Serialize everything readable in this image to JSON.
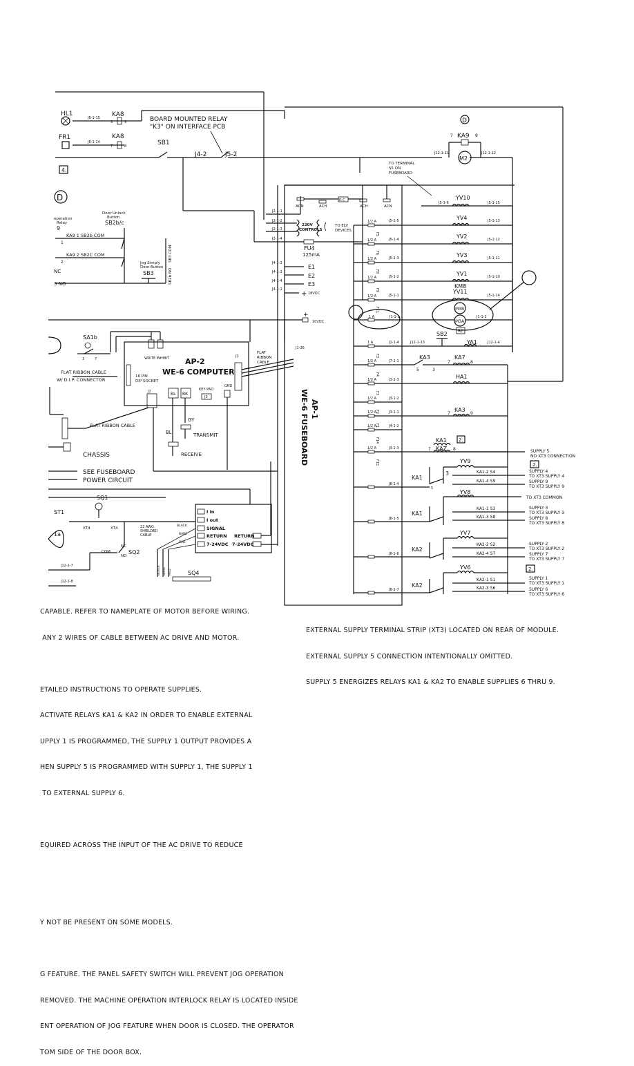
{
  "relay_note": [
    "BOARD MOUNTED RELAY",
    "\"K3\" ON INTERFACE PCB"
  ],
  "top": {
    "hl1": "HL1",
    "fr1": "FR1",
    "ka8a": "KA8",
    "ka8b": "KA8",
    "sb1": "SB1",
    "j6_15": "J6-1-15",
    "j6_14": "J6-1-14",
    "j4_2": "J4-2",
    "j5_2": "J5-2",
    "d_label": "D",
    "ka9": "KA9",
    "ka9_7": "7",
    "ka9_8": "8",
    "j12_11": "J12-1-11",
    "j12_12": "J12-1-12",
    "m2": "M2",
    "to_terminal": [
      "TO TERMINAL",
      "S5 ON",
      "FUSEBOARD"
    ],
    "num3": "3",
    "num9": "9",
    "num7": "7",
    "num8": "8",
    "box4": "4.",
    "circle_d": "D"
  },
  "door": {
    "unlock": [
      "Door Unlock",
      "Button",
      "SB2b/c"
    ],
    "operation": [
      "eperation",
      "Relay",
      "9"
    ],
    "row1": "KA9 1 SB2b COM",
    "row2": "KA9 2 SB2C COM",
    "jog": [
      "Jog Simply",
      "Door Button",
      "SB3"
    ],
    "nc": "NC",
    "no": "3 NO",
    "vert1": "SB3 COM",
    "vert2": "SB2b NO",
    "n1": "1",
    "n2": "2"
  },
  "fuseboard_top": {
    "ach1": "ACN",
    "ach2": "ACH",
    "rc": "R-C",
    "ach3": "ACH",
    "acn": "ACN",
    "j2_1": "J2-1-1",
    "j2_2": "J2-1-2",
    "j2_3": "J2-1-3",
    "j2_4": "J2-1-4",
    "controls": [
      "220V",
      "CONTROLS"
    ],
    "to_elv": [
      "TO ELV",
      "DEVICES"
    ],
    "fu4": "FU4",
    "fu4_rating": "125mA",
    "j4_2": "J4-1-2",
    "j4_3": "J4-1-3",
    "j4_4": "J4-1-4",
    "j4_1": "J4-1-1",
    "e1": "E1",
    "e2": "E2",
    "e3": "E3",
    "plus18": "18VDC",
    "plus_sym": "+",
    "vdc10": "10VDC"
  },
  "valves": [
    {
      "jl": "J5-1-5",
      "jr": "J5-1-13",
      "name": "YV4",
      "v": "1/2 A",
      "fuse": "F5"
    },
    {
      "jl": "J5-1-4",
      "jr": "J5-1-12",
      "name": "YV2",
      "v": "1/2 A",
      "fuse": "F6"
    },
    {
      "jl": "J5-1-3",
      "jr": "J5-1-11",
      "name": "YV3",
      "v": "1/2 A",
      "fuse": "F8"
    },
    {
      "jl": "J5-1-2",
      "jr": "J5-1-10",
      "name": "YV1",
      "v": "1/2 A",
      "fuse": "F9"
    },
    {
      "jl": "J5-1-1",
      "jr": "J5-1-14",
      "name": "YV11",
      "v": "1/2 A",
      "fuse": "F11"
    }
  ],
  "yv10": {
    "name": "YV10",
    "jl": "J5-1-6",
    "jr": "J5-1-15"
  },
  "km": {
    "km8": "KM8",
    "m3b": "M3B",
    "m3a": "M3A",
    "rc": "RC",
    "j11": "J1-1-1",
    "j12": "J1-1-2",
    "a": "1 A"
  },
  "lower_fuses": [
    {
      "jl": "J1-1-4",
      "v": "1 A",
      "fuse": "F3"
    },
    {
      "jl": "J7-1-1",
      "v": "1/2 A",
      "fuse": "F4"
    },
    {
      "jl": "J3-1-3",
      "v": "1/2 A",
      "fuse": "F3"
    },
    {
      "jl": "J3-1-2",
      "v": "1/2 A",
      "fuse": "F2"
    },
    {
      "jl": "J3-1-1",
      "v": "1/2 A",
      "fuse": "F1"
    },
    {
      "jl": "J4-1-2",
      "v": "1/2 A",
      "fuse": "F14"
    },
    {
      "jl": "J3-1-3",
      "v": "1/2 A",
      "fuse": "F15"
    }
  ],
  "lower_devices": {
    "sb2": "SB2",
    "ya1": "YA1",
    "ka3": "KA3",
    "ka7": "KA7",
    "ha1": "HA1",
    "ka3b": "KA3",
    "ka1": "KA1",
    "kaz": "KAZ",
    "j12_13": "J12-1-13",
    "j12_14": "J12-1-4",
    "n5": "5",
    "n3": "3",
    "n7": "7",
    "n8": "8",
    "n9": "9",
    "box2": "2."
  },
  "ap2": {
    "title": "AP-2",
    "subtitle": "WE-6 COMPUTER",
    "write_inhibit": "WRITE INHIBIT",
    "pin16": [
      "16 PIN",
      "DIP SOCKET"
    ],
    "j1": "J1",
    "j2": "J2",
    "j3": "J3",
    "keypad": "KEY PAD",
    "gnd": "GND",
    "bl": "BL",
    "bk": "BK",
    "gy": "GY",
    "transmit": "TRANSMIT",
    "receive": "RECEIVE",
    "bl2": "BL",
    "flat_cable": [
      "FLAT",
      "RIBBON",
      "CABLE"
    ],
    "j1_26": "J1-26",
    "sa1b": "SA1b",
    "flat1": "FLAT RIBBON CABLE",
    "dip_conn": "W/ D.I.P. CONNECTOR",
    "flat2": "FLAT RIBBON CABLE",
    "chassis": "CHASSIS",
    "see_fuse": "SEE FUSEBOARD",
    "power": "POWER CIRCUIT",
    "num3": "3",
    "num7": "7"
  },
  "ap1": {
    "title": "AP-1",
    "subtitle": "WE-6 FUSEBOARD"
  },
  "interface": {
    "i_in": "I in",
    "i_out": "I out",
    "signal": "SIGNAL",
    "return": "RETURN",
    "return2": "RETURN",
    "vdc": "7-24VDC",
    "vdc2": "7-24VDC",
    "awg": [
      "22 AWG",
      "SHIELDED",
      "CABLE"
    ],
    "black": "BLACK",
    "bare": "BARE",
    "red": "RED",
    "sq1": "SQ1",
    "sq2": "SQ2",
    "sq4": "SQ4",
    "st1": "ST1",
    "xt4a": "XT4",
    "xt4b": "XT4",
    "com": "COM",
    "nc": "NC",
    "no": "NO",
    "j12_7": "J12-1-7",
    "j12_8": "J12-1-8",
    "one_a": "1a",
    "blk": "BLACK",
    "bare2": "BARE",
    "red2": "RED"
  },
  "supplies": {
    "s5": [
      "SUPPLY 5",
      "NO XT3 CONNECTION"
    ],
    "box2": "2.",
    "yv9": "YV9",
    "yv8": "YV8",
    "yv7": "YV7",
    "yv6": "YV6",
    "ka1a": "KA1",
    "ka1b": "KA1",
    "ka2a": "KA2",
    "ka2b": "KA2",
    "c1": "KA1-2 S4",
    "c2": "KA1-4 S9",
    "c3": "KA1-1 S3",
    "c4": "KA1-3 S8",
    "c5": "KA2-2 S2",
    "c6": "KA2-4 S7",
    "c7": "KA2-1 S1",
    "c8": "KA2-3 S6",
    "r1": [
      "SUPPLY 4",
      "TO XT3 SUPPLY 4"
    ],
    "r2": [
      "SUPPLY 9",
      "TO XT3 SUPPLY 9"
    ],
    "r3": "TO XT3 COMMON",
    "r4": [
      "SUPPLY 3",
      "TO XT3 SUPPLY 3"
    ],
    "r5": [
      "SUPPLY 8",
      "TO XT3 SUPPLY 8"
    ],
    "r6": [
      "SUPPLY 2",
      "TO XT3 SUPPLY 2"
    ],
    "r7": [
      "SUPPLY 7",
      "TO XT3 SUPPLY 7"
    ],
    "r8": [
      "SUPPLY 1",
      "TO XT3 SUPPLY 1"
    ],
    "r9": [
      "SUPPLY 6",
      "TO XT3 SUPPLY 6"
    ],
    "box2b": "2.",
    "fuse_jacks": [
      "J8-1-4",
      "J8-1-5",
      "J8-1-6",
      "J8-1-7"
    ]
  },
  "notes_left": [
    "CAPABLE. REFER TO NAMEPLATE OF MOTOR BEFORE WIRING.",
    " ANY 2 WIRES OF CABLE BETWEEN AC DRIVE AND MOTOR.",
    "",
    "ETAILED INSTRUCTIONS TO OPERATE SUPPLIES.",
    "ACTIVATE RELAYS KA1 & KA2 IN ORDER TO ENABLE EXTERNAL",
    "UPPLY 1 IS PROGRAMMED, THE SUPPLY 1 OUTPUT PROVIDES A",
    "HEN SUPPLY 5 IS PROGRAMMED WITH SUPPLY 1, THE SUPPLY 1",
    " TO EXTERNAL SUPPLY 6.",
    "",
    "EQUIRED ACROSS THE INPUT OF THE AC DRIVE TO REDUCE",
    "",
    "",
    "Y NOT BE PRESENT ON SOME MODELS.",
    "",
    "G FEATURE. THE PANEL SAFETY SWITCH WILL PREVENT JOG OPERATION",
    "REMOVED. THE MACHINE OPERATION INTERLOCK RELAY IS LOCATED INSIDE",
    "ENT OPERATION OF JOG FEATURE WHEN DOOR IS CLOSED. THE OPERATOR",
    "TOM SIDE OF THE DOOR BOX."
  ],
  "notes_right": [
    "EXTERNAL SUPPLY TERMINAL STRIP (XT3) LOCATED ON REAR OF MODULE.",
    "EXTERNAL SUPPLY 5 CONNECTION INTENTIONALLY OMITTED.",
    "SUPPLY 5 ENERGIZES RELAYS KA1 & KA2 TO ENABLE SUPPLIES 6 THRU 9."
  ]
}
